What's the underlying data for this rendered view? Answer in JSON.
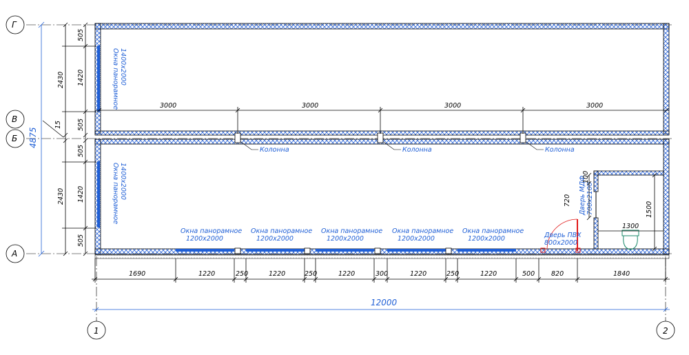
{
  "axes": {
    "rows": [
      "Г",
      "В",
      "Б",
      "А"
    ],
    "cols": [
      "1",
      "2"
    ]
  },
  "left_dims": {
    "overall": "4875",
    "upper_total": "2430",
    "lower_total": "2430",
    "upper_top": "505",
    "upper_mid": "1420",
    "upper_bottom": "505",
    "gap": "15",
    "lower_top": "505",
    "lower_mid": "1420",
    "lower_bottom": "505"
  },
  "column_spacing": [
    "3000",
    "3000",
    "3000",
    "3000"
  ],
  "column_label": "Колонна",
  "window_left_upper": {
    "line1": "Окна панорамное",
    "line2": "1400x2000"
  },
  "window_left_lower": {
    "line1": "Окна панорамное",
    "line2": "1400x2000"
  },
  "panoramic_windows": [
    {
      "line1": "Окна панорамное",
      "line2": "1200x2000"
    },
    {
      "line1": "Окна панорамное",
      "line2": "1200x2000"
    },
    {
      "line1": "Окна панорамное",
      "line2": "1200x2000"
    },
    {
      "line1": "Окна панорамное",
      "line2": "1200x2000"
    },
    {
      "line1": "Окна панорамное",
      "line2": "1200x2000"
    }
  ],
  "door_pvc": {
    "line1": "Дверь ПВХ",
    "line2": "800x2000"
  },
  "door_mdf": {
    "line1": "Дверь МДФ",
    "line2": "700x2100"
  },
  "room_dims": {
    "d100": "100",
    "d720": "720",
    "d1500": "1500",
    "d1300": "1300"
  },
  "bottom_dims": [
    "1690",
    "1220",
    "250",
    "1220",
    "250",
    "1220",
    "300",
    "1220",
    "250",
    "1220",
    "500",
    "820",
    "1840"
  ],
  "overall_width": "12000",
  "colors": {
    "annotation": "#1f5fd6",
    "door": "#e01818",
    "hatch": "#2a64d8",
    "line": "#000000"
  }
}
